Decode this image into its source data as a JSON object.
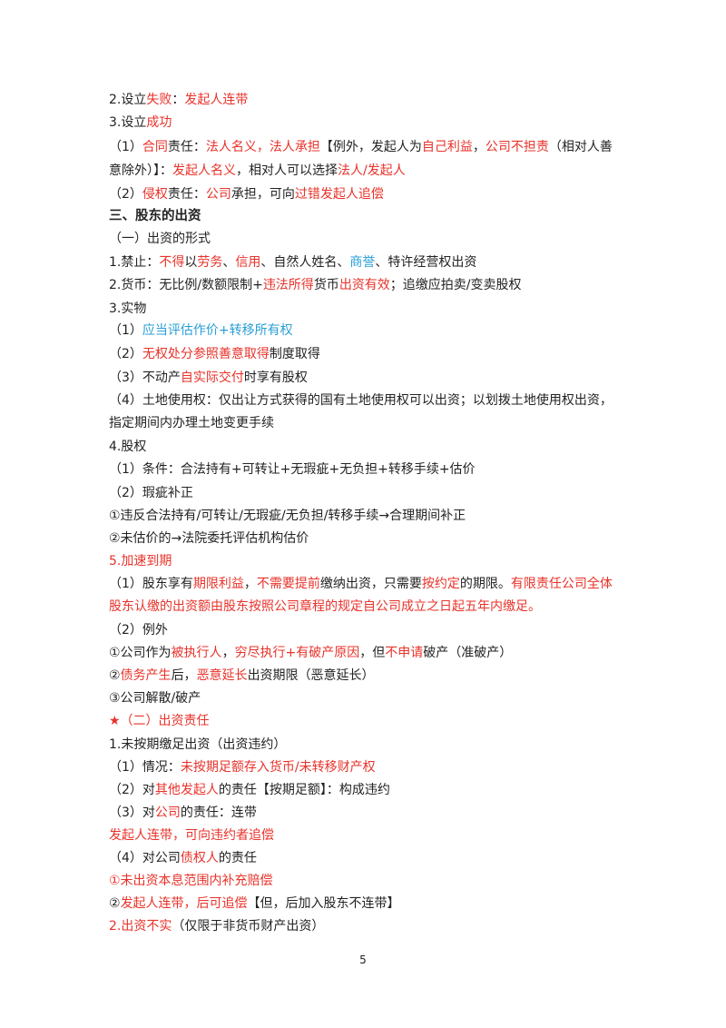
{
  "colors": {
    "red": "#e8322a",
    "blue": "#2a9fd6",
    "text": "#222222"
  },
  "lines": [
    [
      [
        "2.设立",
        ""
      ],
      [
        "失败",
        "r"
      ],
      [
        "：",
        ""
      ],
      [
        "发起人连带",
        "r"
      ]
    ],
    [
      [
        "3.设立",
        ""
      ],
      [
        "成功",
        "r"
      ]
    ],
    [
      [
        "（1）",
        ""
      ],
      [
        "合同",
        "r"
      ],
      [
        "责任：",
        ""
      ],
      [
        "法人名义，法人承担",
        "r"
      ],
      [
        "【例外，发起人为",
        ""
      ],
      [
        "自己利益",
        "r"
      ],
      [
        "，",
        ""
      ],
      [
        "公司不担责",
        "r"
      ],
      [
        "（相对人善",
        ""
      ]
    ],
    [
      [
        "意除外）】：",
        ""
      ],
      [
        "发起人名义",
        "r"
      ],
      [
        "，相对人可以选择",
        ""
      ],
      [
        "法人/发起人",
        "r"
      ]
    ],
    [
      [
        "（2）",
        ""
      ],
      [
        "侵权",
        "r"
      ],
      [
        "责任：",
        ""
      ],
      [
        "公司",
        "r"
      ],
      [
        "承担，可向",
        ""
      ],
      [
        "过错发起人追偿",
        "r"
      ]
    ],
    [
      [
        "三、股东的出资",
        ""
      ]
    ],
    [
      [
        "（一）出资的形式",
        ""
      ]
    ],
    [
      [
        "1.禁止：",
        ""
      ],
      [
        "不得",
        "r"
      ],
      [
        "以",
        ""
      ],
      [
        "劳务",
        "r"
      ],
      [
        "、",
        ""
      ],
      [
        "信用",
        "r"
      ],
      [
        "、自然人姓名、",
        ""
      ],
      [
        "商誉",
        "b"
      ],
      [
        "、特许经营权出资",
        ""
      ]
    ],
    [
      [
        "2.货币：无比例/数额限制+",
        ""
      ],
      [
        "违法所得",
        "r"
      ],
      [
        "货币",
        ""
      ],
      [
        "出资有效",
        "r"
      ],
      [
        "；追缴应拍卖/变卖股权",
        ""
      ]
    ],
    [
      [
        "3.实物",
        ""
      ]
    ],
    [
      [
        "（1）",
        ""
      ],
      [
        "应当评估作价+转移所有权",
        "b"
      ]
    ],
    [
      [
        "（2）",
        ""
      ],
      [
        "无权处分参照善意取得",
        "r"
      ],
      [
        "制度取得",
        ""
      ]
    ],
    [
      [
        "（3）不动产",
        ""
      ],
      [
        "自实际交付",
        "r"
      ],
      [
        "时享有股权",
        ""
      ]
    ],
    [
      [
        "（4）土地使用权：仅出让方式获得的国有土地使用权可以出资；以划拨土地使用权出资，",
        ""
      ]
    ],
    [
      [
        "指定期间内办理土地变更手续",
        ""
      ]
    ],
    [
      [
        "4.股权",
        ""
      ]
    ],
    [
      [
        "（1）条件：合法持有+可转让+无瑕疵+无负担+转移手续+估价",
        ""
      ]
    ],
    [
      [
        "（2）瑕疵补正",
        ""
      ]
    ],
    [
      [
        "①违反合法持有/可转让/无瑕疵/无负担/转移手续→合理期间补正",
        ""
      ]
    ],
    [
      [
        "②未估价的→法院委托评估机构估价",
        ""
      ]
    ],
    [
      [
        "5.加速到期",
        "r"
      ]
    ],
    [
      [
        "（1）股东享有",
        ""
      ],
      [
        "期限利益",
        "r"
      ],
      [
        "，",
        ""
      ],
      [
        "不需要提前",
        "r"
      ],
      [
        "缴纳出资，只需要",
        ""
      ],
      [
        "按约定",
        "r"
      ],
      [
        "的期限。",
        ""
      ],
      [
        "有限责任公司全体",
        "r"
      ]
    ],
    [
      [
        "股东认缴的出资额由股东按照公司章程的规定自公司成立之日起五年内缴足。",
        "r"
      ]
    ],
    [
      [
        "（2）例外",
        ""
      ]
    ],
    [
      [
        "①公司作为",
        ""
      ],
      [
        "被执行人",
        "r"
      ],
      [
        "，",
        ""
      ],
      [
        "穷尽执行+有破产原因",
        "r"
      ],
      [
        "，但",
        ""
      ],
      [
        "不申请",
        "r"
      ],
      [
        "破产（准破产）",
        ""
      ]
    ],
    [
      [
        "②",
        ""
      ],
      [
        "债务产生",
        "r"
      ],
      [
        "后，",
        ""
      ],
      [
        "恶意延长",
        "r"
      ],
      [
        "出资期限（恶意延长）",
        ""
      ]
    ],
    [
      [
        "③公司解散/破产",
        ""
      ]
    ],
    [
      [
        "★（二）出资责任",
        "r"
      ]
    ],
    [
      [
        "1.未按期缴足出资（出资违约）",
        ""
      ]
    ],
    [
      [
        "（1）情况：",
        ""
      ],
      [
        "未按期足额存入货币/未转移财产权",
        "r"
      ]
    ],
    [
      [
        "（2）对",
        ""
      ],
      [
        "其他发起人",
        "r"
      ],
      [
        "的责任【按期足额】：构成违约",
        ""
      ]
    ],
    [
      [
        "（3）对",
        ""
      ],
      [
        "公司",
        "r"
      ],
      [
        "的责任：连带",
        ""
      ]
    ],
    [
      [
        "发起人连带，可向违约者追偿",
        "r"
      ]
    ],
    [
      [
        "（4）对公司",
        ""
      ],
      [
        "债权人",
        "r"
      ],
      [
        "的责任",
        ""
      ]
    ],
    [
      [
        "①未出资本息范围内补充赔偿",
        "r"
      ]
    ],
    [
      [
        "②",
        ""
      ],
      [
        "发起人连带，后可追偿",
        "r"
      ],
      [
        "【但，后加入股东不连带】",
        ""
      ]
    ],
    [
      [
        "2.出资不实",
        "r"
      ],
      [
        "（仅限于非货币财产出资）",
        ""
      ]
    ]
  ],
  "page_number": "5"
}
